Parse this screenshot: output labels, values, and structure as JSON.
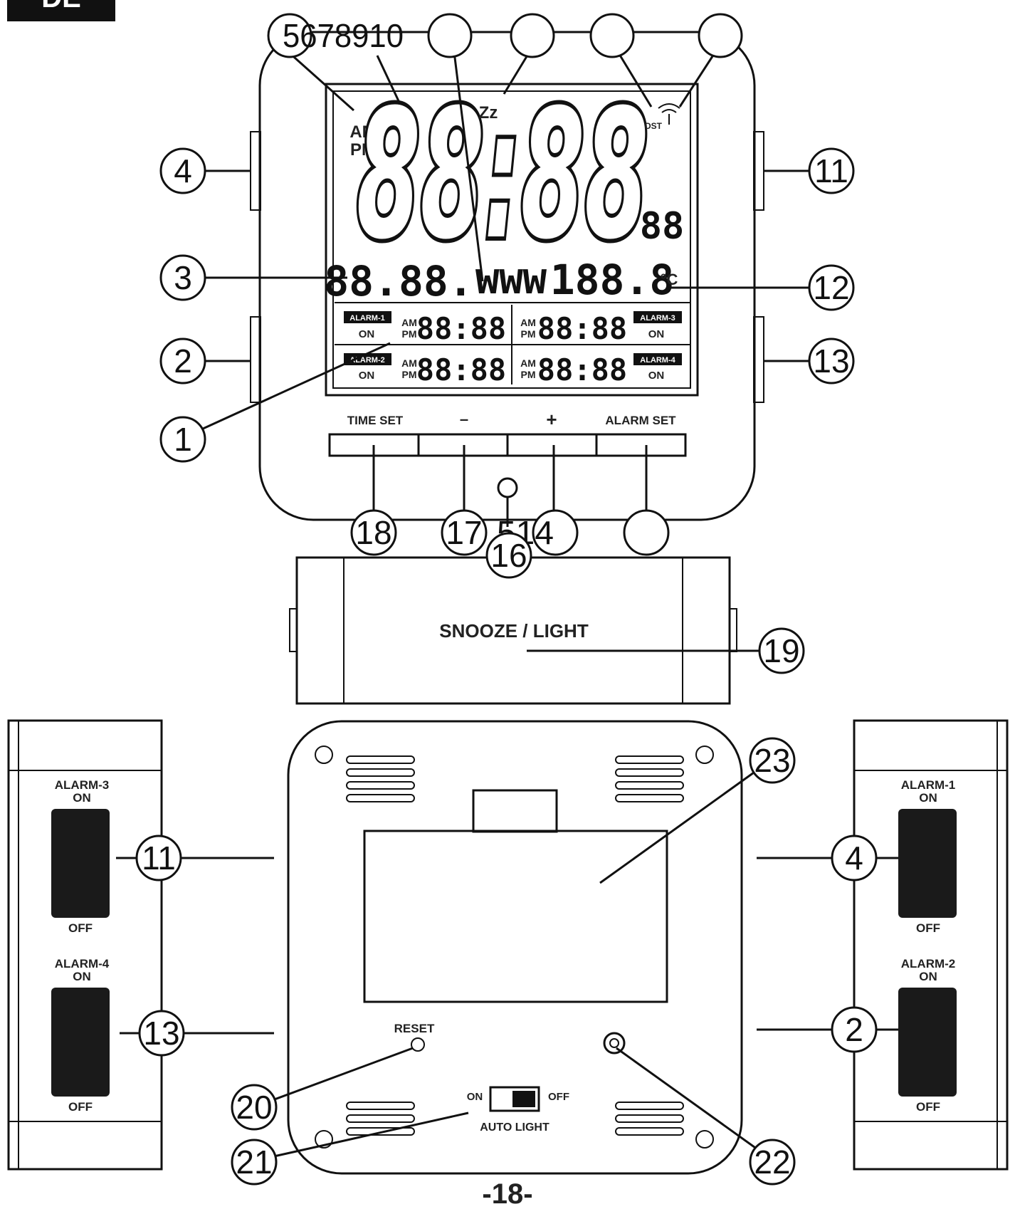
{
  "lang_tab": "DE",
  "page_number": "-18-",
  "front": {
    "time_ampm": [
      "AM",
      "PM"
    ],
    "time_digits": "88:88",
    "seconds": "88",
    "dst": "DST",
    "zz": "Zz",
    "date": "88.88.",
    "weekday": "WWW",
    "temp": "188.8",
    "temp_unit": "°C",
    "alarm_labels": [
      "ALARM-1",
      "ALARM-2",
      "ALARM-3",
      "ALARM-4"
    ],
    "alarm_on": "ON",
    "alarm_ampm": [
      "AM",
      "PM"
    ],
    "alarm_time": "88:88",
    "buttons": [
      "TIME SET",
      "–",
      "+",
      "ALARM SET"
    ]
  },
  "snooze_label": "SNOOZE / LIGHT",
  "side": {
    "left": [
      {
        "name": "ALARM-3",
        "on": "ON",
        "off": "OFF"
      },
      {
        "name": "ALARM-4",
        "on": "ON",
        "off": "OFF"
      }
    ],
    "right": [
      {
        "name": "ALARM-1",
        "on": "ON",
        "off": "OFF"
      },
      {
        "name": "ALARM-2",
        "on": "ON",
        "off": "OFF"
      }
    ]
  },
  "back": {
    "reset": "RESET",
    "switch_on": "ON",
    "switch_off": "OFF",
    "auto_light": "AUTO LIGHT"
  },
  "callouts": [
    {
      "id": "c5",
      "label": "5678910"
    },
    {
      "id": "c6",
      "label": ""
    },
    {
      "id": "c7",
      "label": ""
    },
    {
      "id": "c8",
      "label": ""
    },
    {
      "id": "c9",
      "label": ""
    },
    {
      "id": "c4",
      "label": "4"
    },
    {
      "id": "c11",
      "label": "11"
    },
    {
      "id": "c3",
      "label": "3"
    },
    {
      "id": "c12",
      "label": "12"
    },
    {
      "id": "c2",
      "label": "2"
    },
    {
      "id": "c13",
      "label": "13"
    },
    {
      "id": "c1",
      "label": "1"
    },
    {
      "id": "c18",
      "label": "18"
    },
    {
      "id": "c17",
      "label": "17"
    },
    {
      "id": "c14",
      "label": "514"
    },
    {
      "id": "c15",
      "label": ""
    },
    {
      "id": "c16",
      "label": "16"
    },
    {
      "id": "c19",
      "label": "19"
    },
    {
      "id": "c23",
      "label": "23"
    },
    {
      "id": "c11b",
      "label": "11"
    },
    {
      "id": "c4b",
      "label": "4"
    },
    {
      "id": "c13b",
      "label": "13"
    },
    {
      "id": "c2b",
      "label": "2"
    },
    {
      "id": "c20",
      "label": "20"
    },
    {
      "id": "c21",
      "label": "21"
    },
    {
      "id": "c22",
      "label": "22"
    }
  ]
}
